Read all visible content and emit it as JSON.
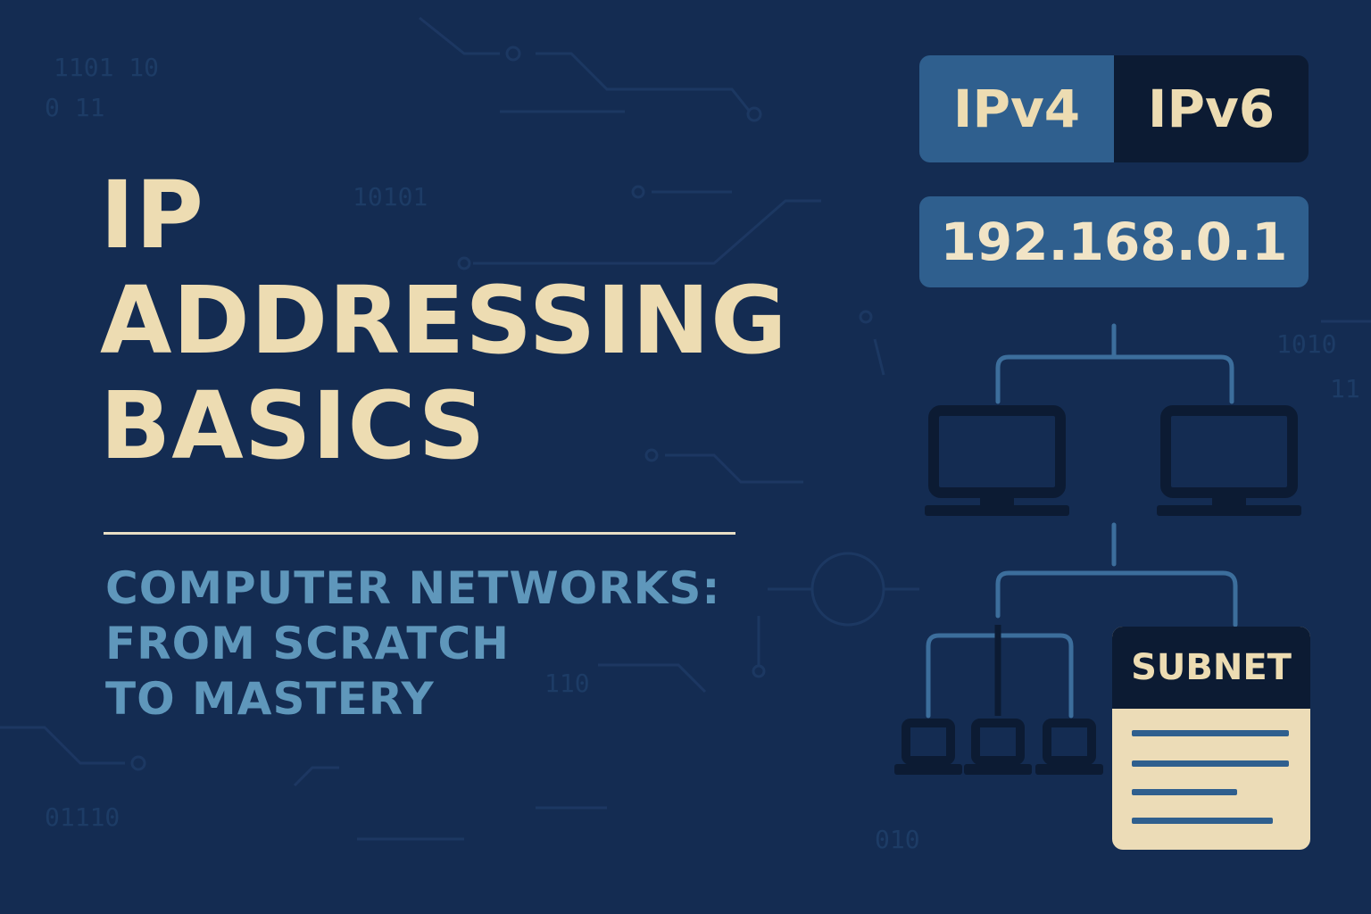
{
  "title": {
    "line1": "IP",
    "line2": "ADDRESSING",
    "line3": "BASICS"
  },
  "subtitle": {
    "line1": "COMPUTER NETWORKS:",
    "line2": "FROM SCRATCH",
    "line3": "TO MASTERY"
  },
  "ip_versions": [
    "IPv4",
    "IPv6"
  ],
  "ip_address": "192.168.0.1",
  "subnet_label": "SUBNET",
  "colors": {
    "background": "#142c52",
    "cream": "#eddcb2",
    "accent_blue": "#2f5f8e",
    "dark_navy": "#0c1b33",
    "subtitle_blue": "#5f97bb"
  },
  "icons": [
    "computer-icon",
    "small-computer-icon",
    "subnet-document-icon",
    "network-tree-lines"
  ]
}
